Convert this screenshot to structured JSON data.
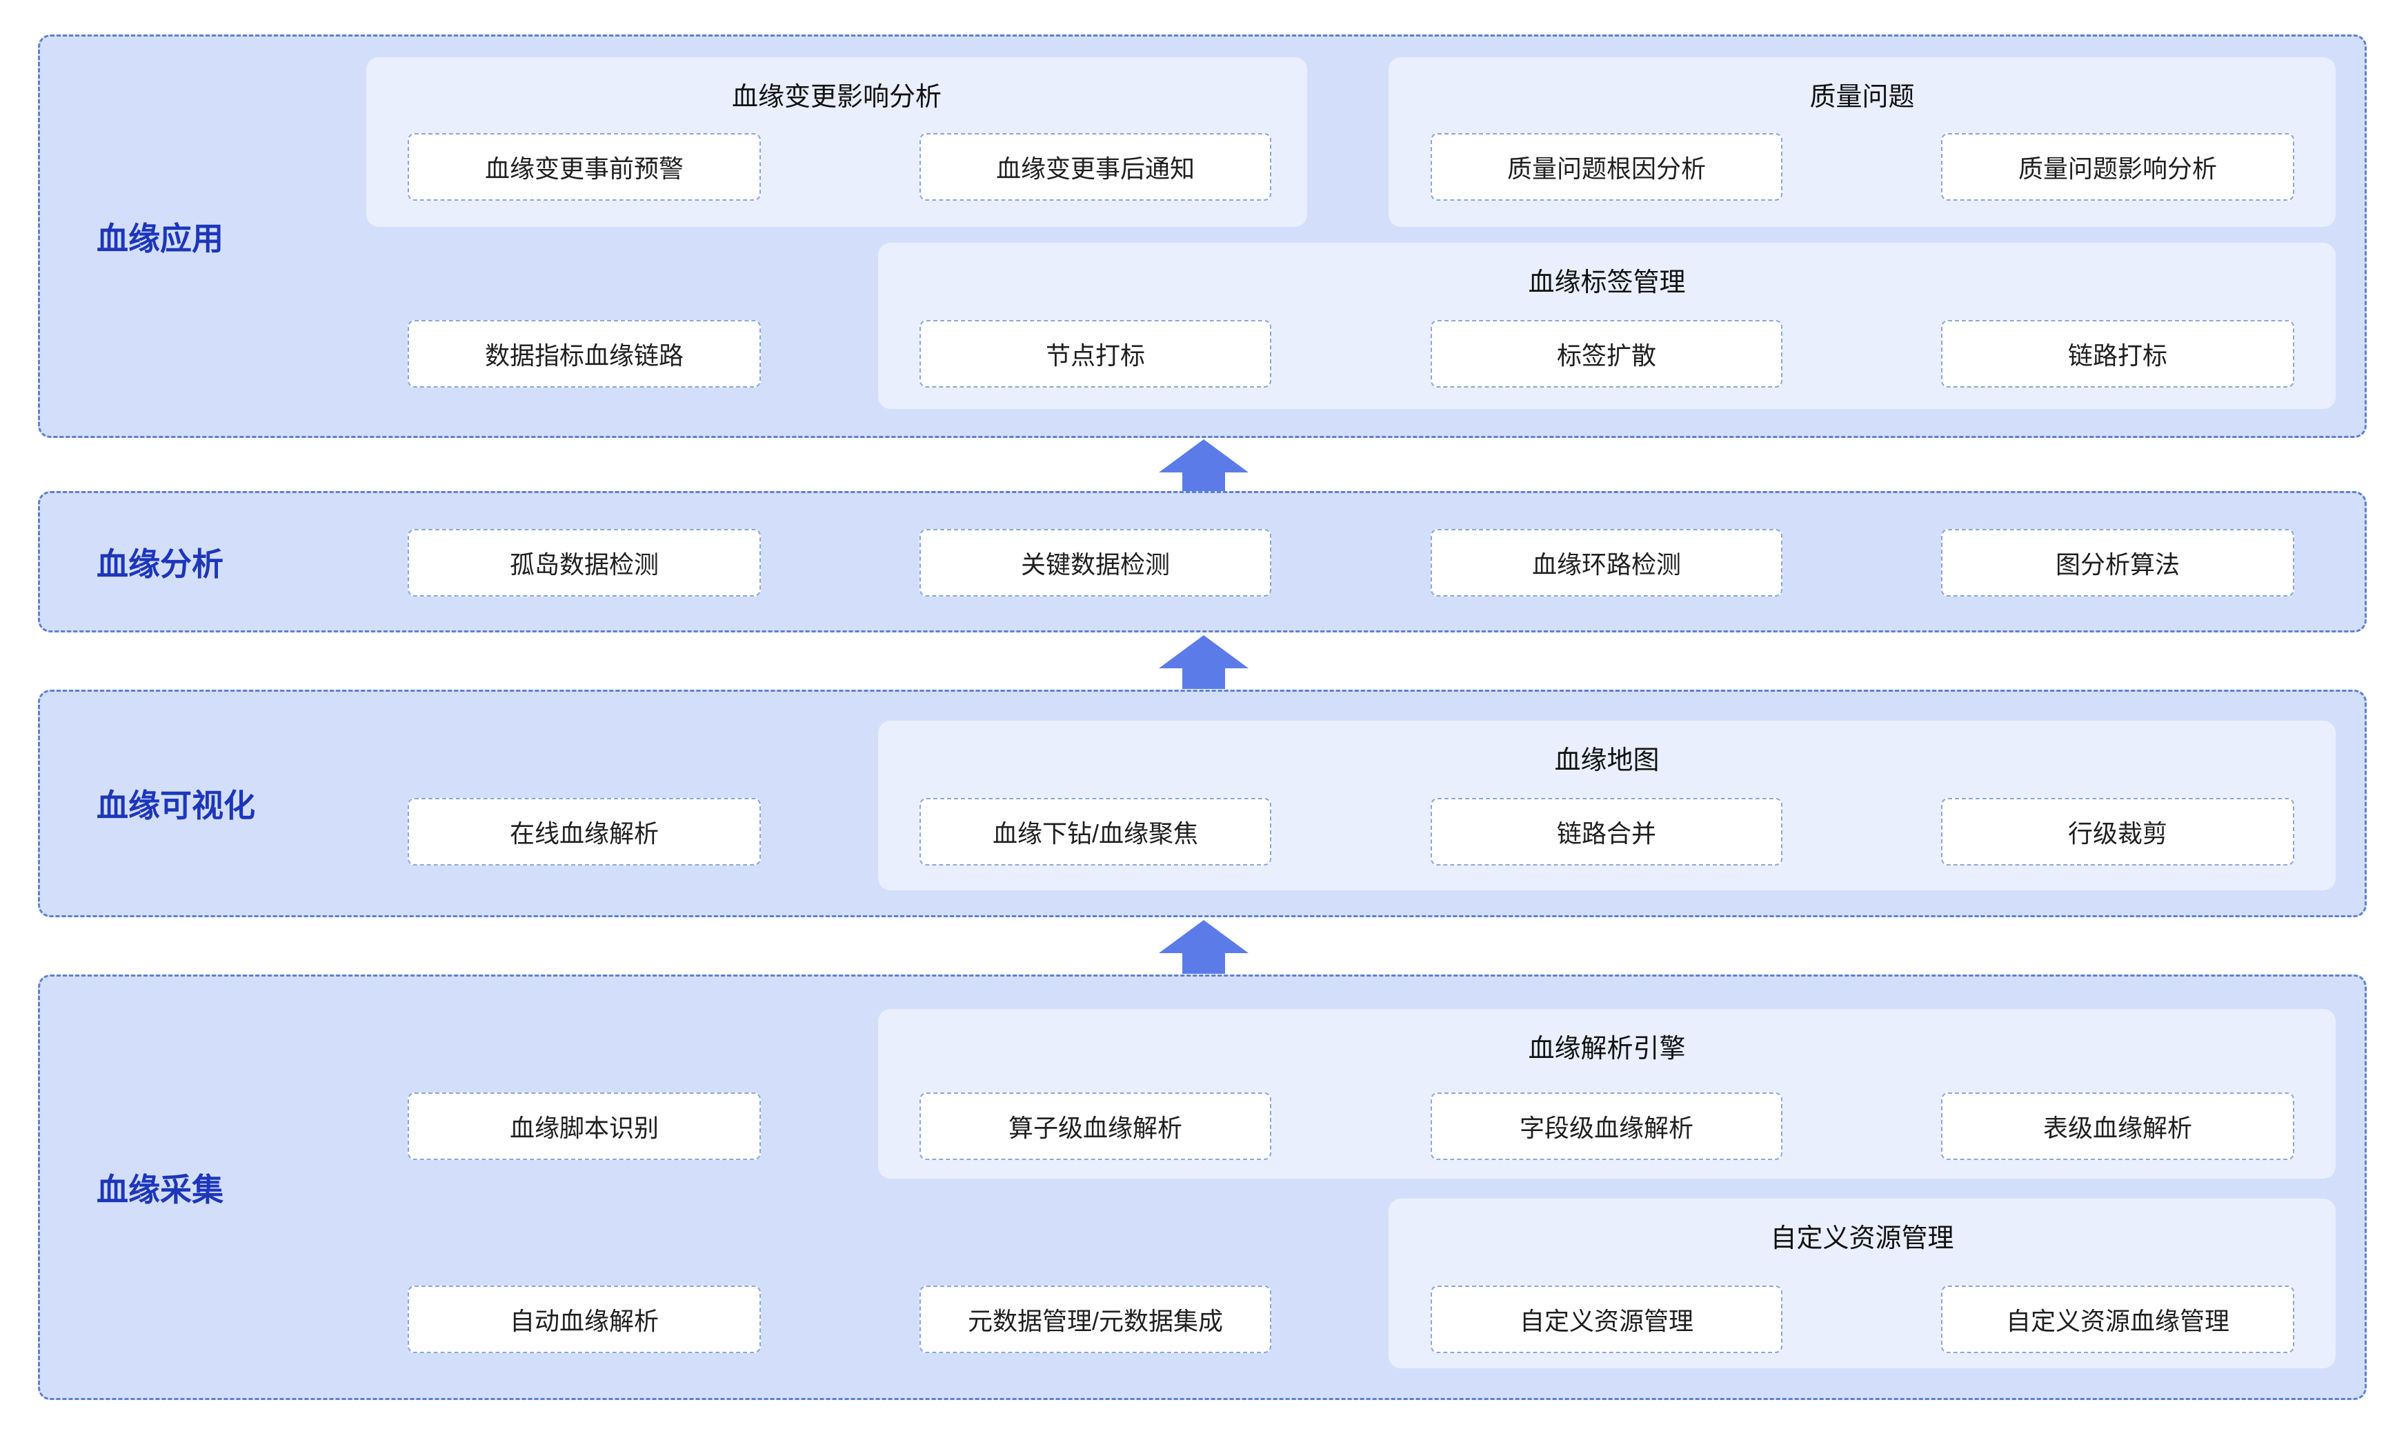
{
  "colors": {
    "band_background": "#d3dffa",
    "band_border": "#5d80cf",
    "group_background": "#e9effd",
    "button_border": "#8ba6de",
    "button_background": "#ffffff",
    "band_label_text": "#1d36bb",
    "arrow": "#5b7ce8"
  },
  "bands": [
    {
      "label": "血缘应用",
      "groups": [
        {
          "title": "血缘变更影响分析"
        },
        {
          "title": "质量问题"
        },
        {
          "title": "血缘标签管理"
        }
      ],
      "buttons": [
        "血缘变更事前预警",
        "血缘变更事后通知",
        "质量问题根因分析",
        "质量问题影响分析",
        "数据指标血缘链路",
        "节点打标",
        "标签扩散",
        "链路打标"
      ]
    },
    {
      "label": "血缘分析",
      "buttons": [
        "孤岛数据检测",
        "关键数据检测",
        "血缘环路检测",
        "图分析算法"
      ]
    },
    {
      "label": "血缘可视化",
      "groups": [
        {
          "title": "血缘地图"
        }
      ],
      "buttons": [
        "在线血缘解析",
        "血缘下钻/血缘聚焦",
        "链路合并",
        "行级裁剪"
      ]
    },
    {
      "label": "血缘采集",
      "groups": [
        {
          "title": "血缘解析引擎"
        },
        {
          "title": "自定义资源管理"
        }
      ],
      "buttons": [
        "血缘脚本识别",
        "算子级血缘解析",
        "字段级血缘解析",
        "表级血缘解析",
        "自动血缘解析",
        "元数据管理/元数据集成",
        "自定义资源管理",
        "自定义资源血缘管理"
      ]
    }
  ]
}
